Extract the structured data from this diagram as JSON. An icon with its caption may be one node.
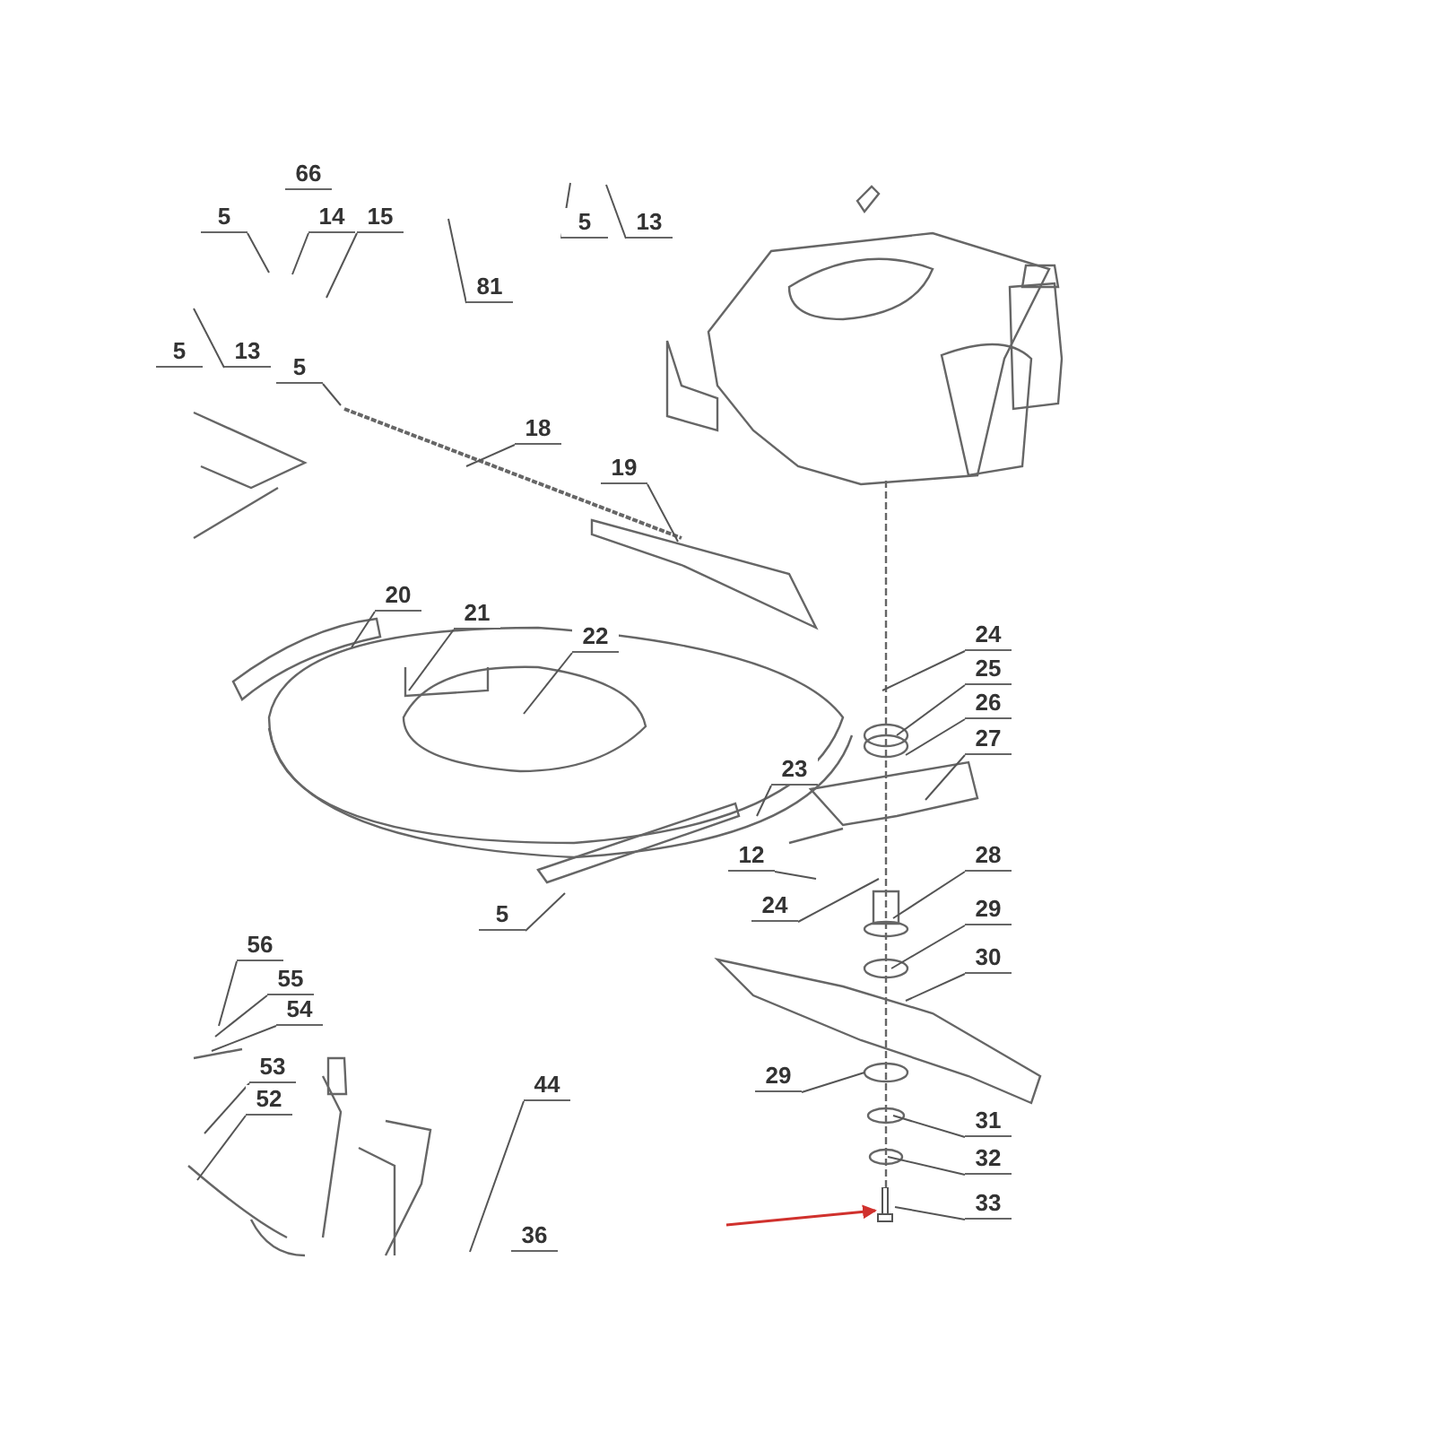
{
  "diagram": {
    "nodes": [
      {
        "text": [
          "66"
        ]
      },
      {
        "text": [
          "5"
        ]
      },
      {
        "text": [
          "14"
        ]
      },
      {
        "text": [
          "15"
        ]
      },
      {
        "text": [
          "5"
        ]
      },
      {
        "text": [
          "13"
        ]
      },
      {
        "text": [
          "81"
        ]
      },
      {
        "text": [
          "5"
        ]
      },
      {
        "text": [
          "13"
        ]
      },
      {
        "text": [
          "5"
        ]
      },
      {
        "text": [
          "18"
        ]
      },
      {
        "text": [
          "19"
        ]
      },
      {
        "text": [
          "20"
        ]
      },
      {
        "text": [
          "21"
        ]
      },
      {
        "text": [
          "22"
        ]
      },
      {
        "text": [
          "23"
        ]
      },
      {
        "text": [
          "12"
        ]
      },
      {
        "text": [
          "5"
        ]
      },
      {
        "text": [
          "24"
        ]
      },
      {
        "text": [
          "25"
        ]
      },
      {
        "text": [
          "26"
        ]
      },
      {
        "text": [
          "27"
        ]
      },
      {
        "text": [
          "24"
        ]
      },
      {
        "text": [
          "28"
        ]
      },
      {
        "text": [
          "29"
        ]
      },
      {
        "text": [
          "30"
        ]
      },
      {
        "text": [
          "29"
        ]
      },
      {
        "text": [
          "31"
        ]
      },
      {
        "text": [
          "32"
        ]
      },
      {
        "text": [
          "33"
        ]
      },
      {
        "text": [
          "56"
        ]
      },
      {
        "text": [
          "55"
        ]
      },
      {
        "text": [
          "54"
        ]
      },
      {
        "text": [
          "53"
        ]
      },
      {
        "text": [
          "52"
        ]
      },
      {
        "text": [
          "44"
        ]
      },
      {
        "text": [
          "36"
        ]
      },
      {
        "text": [],
        "shape": "picture"
      }
    ],
    "edges": [
      {
        "from": 1,
        "to": null,
        "arrow": "none"
      },
      {
        "from": 2,
        "to": null,
        "arrow": "none"
      },
      {
        "from": 3,
        "to": null,
        "arrow": "none"
      },
      {
        "from": 4,
        "to": null,
        "arrow": "none"
      },
      {
        "from": 5,
        "to": null,
        "arrow": "none"
      },
      {
        "from": 6,
        "to": null,
        "arrow": "none"
      },
      {
        "from": 8,
        "to": null,
        "arrow": "none"
      },
      {
        "from": 9,
        "to": null,
        "arrow": "none"
      },
      {
        "from": 10,
        "to": null,
        "arrow": "none"
      },
      {
        "from": 11,
        "to": null,
        "arrow": "none"
      },
      {
        "from": 12,
        "to": null,
        "arrow": "none"
      },
      {
        "from": 13,
        "to": null,
        "arrow": "none"
      },
      {
        "from": 14,
        "to": null,
        "arrow": "none"
      },
      {
        "from": 15,
        "to": null,
        "arrow": "none"
      },
      {
        "from": 16,
        "to": null,
        "arrow": "none"
      },
      {
        "from": 17,
        "to": null,
        "arrow": "none"
      },
      {
        "from": 18,
        "to": null,
        "arrow": "none"
      },
      {
        "from": 19,
        "to": null,
        "arrow": "none"
      },
      {
        "from": 20,
        "to": null,
        "arrow": "none"
      },
      {
        "from": 21,
        "to": null,
        "arrow": "none"
      },
      {
        "from": 22,
        "to": null,
        "arrow": "none"
      },
      {
        "from": 23,
        "to": null,
        "arrow": "none"
      },
      {
        "from": 24,
        "to": null,
        "arrow": "none"
      },
      {
        "from": 25,
        "to": null,
        "arrow": "none"
      },
      {
        "from": 26,
        "to": null,
        "arrow": "none"
      },
      {
        "from": 27,
        "to": null,
        "arrow": "none"
      },
      {
        "from": 28,
        "to": null,
        "arrow": "none"
      },
      {
        "from": 29,
        "to": 37,
        "arrow": "none"
      },
      {
        "from": 30,
        "to": null,
        "arrow": "none"
      },
      {
        "from": 31,
        "to": null,
        "arrow": "none"
      },
      {
        "from": 32,
        "to": null,
        "arrow": "none"
      },
      {
        "from": 33,
        "to": null,
        "arrow": "none"
      },
      {
        "from": 34,
        "to": null,
        "arrow": "none"
      },
      {
        "from": 35,
        "to": null,
        "arrow": "none"
      },
      {
        "from": null,
        "to": 37,
        "arrow": "to",
        "color": "#d0312d"
      }
    ]
  }
}
